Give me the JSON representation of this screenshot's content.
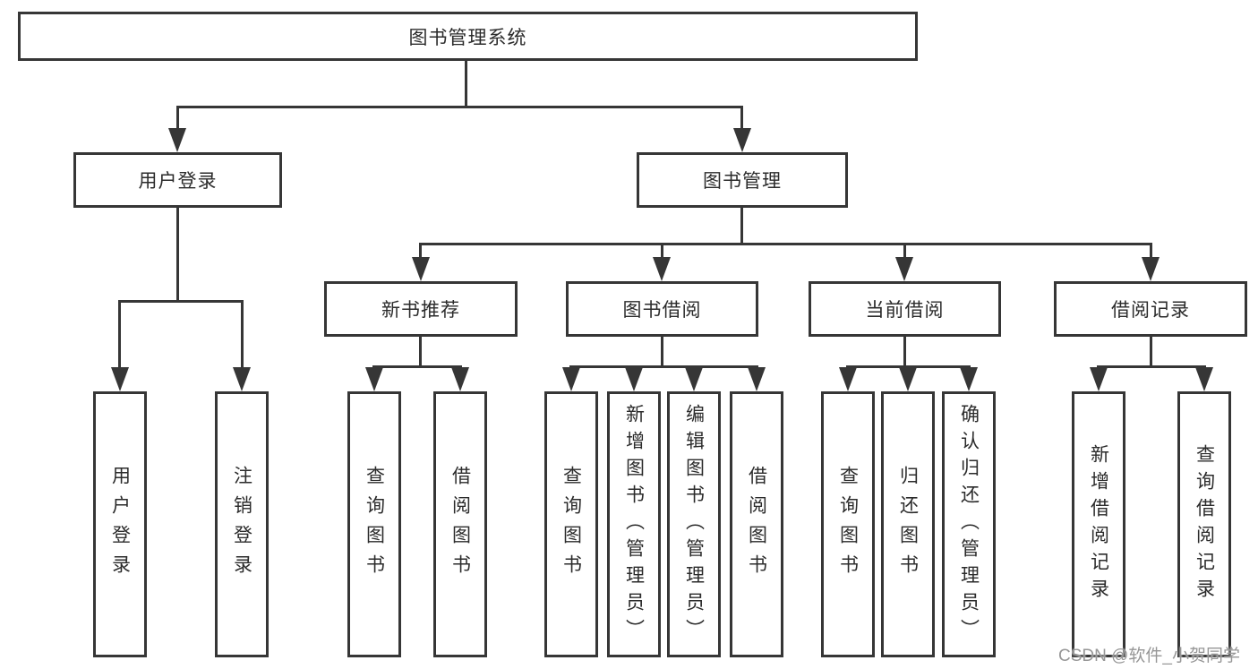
{
  "nodes": {
    "root": "图书管理系统",
    "level2": [
      "用户登录",
      "图书管理"
    ],
    "level3": [
      "新书推荐",
      "图书借阅",
      "当前借阅",
      "借阅记录"
    ],
    "leaves": [
      "用户登录",
      "注销登录",
      "查询图书",
      "借阅图书",
      "查询图书",
      "新增图书（管理员）",
      "编辑图书（管理员）",
      "借阅图书",
      "查询图书",
      "归还图书",
      "确认归还（管理员）",
      "新增借阅记录",
      "查询借阅记录"
    ]
  },
  "hierarchy": {
    "图书管理系统": {
      "用户登录": [
        "用户登录",
        "注销登录"
      ],
      "图书管理": {
        "新书推荐": [
          "查询图书",
          "借阅图书"
        ],
        "图书借阅": [
          "查询图书",
          "新增图书（管理员）",
          "编辑图书（管理员）",
          "借阅图书"
        ],
        "当前借阅": [
          "查询图书",
          "归还图书",
          "确认归还（管理员）"
        ],
        "借阅记录": [
          "新增借阅记录",
          "查询借阅记录"
        ]
      }
    }
  },
  "watermark": {
    "text": "CSDN @软件_小贺同学"
  },
  "colors": {
    "line": "#363636",
    "box_background": "#ffffff",
    "text": "#2b2b2b",
    "watermark": "#979797"
  }
}
